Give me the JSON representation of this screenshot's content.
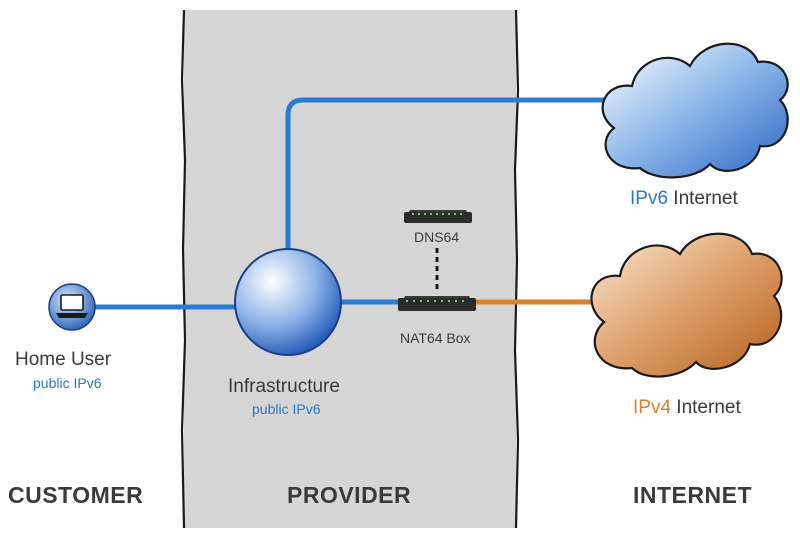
{
  "customer": {
    "section_label": "CUSTOMER",
    "home_user_label": "Home User",
    "home_user_sub": "public IPv6"
  },
  "provider": {
    "section_label": "PROVIDER",
    "infrastructure_label": "Infrastructure",
    "infrastructure_sub": "public IPv6",
    "dns64_label": "DNS64",
    "nat64_label": "NAT64 Box"
  },
  "internet": {
    "section_label": "INTERNET",
    "ipv6_cloud": {
      "prefix": "IPv6",
      "suffix": " Internet"
    },
    "ipv4_cloud": {
      "prefix": "IPv4",
      "suffix": " Internet"
    }
  },
  "colors": {
    "ipv6_link": "#2a7bd5",
    "ipv4_link": "#d9822b",
    "provider_zone": "#d6d6d6"
  },
  "icons": [
    "laptop-icon",
    "globe-node-icon",
    "router-icon",
    "cloud-icon"
  ]
}
